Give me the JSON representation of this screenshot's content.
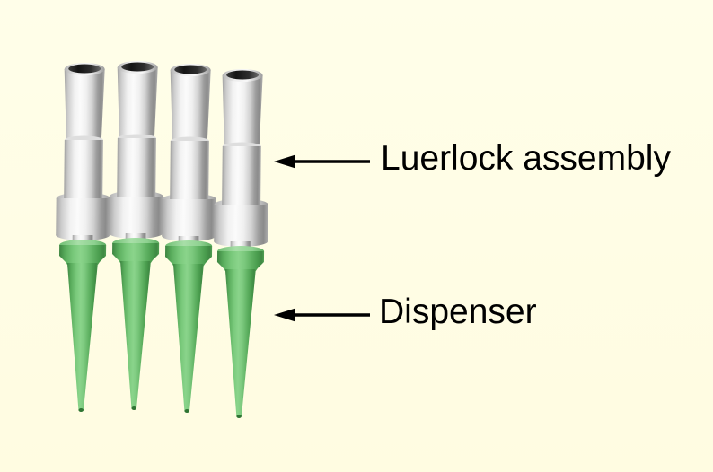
{
  "figure": {
    "description": "3D render of four luerlock dispenser assemblies",
    "background_color": "#FFFDE7",
    "assembly_count": 4,
    "palette": {
      "luerlock_white": "#F2F2F2",
      "dispenser_green": "#6BC26E",
      "annotation_black": "#000000"
    }
  },
  "annotations": [
    {
      "label": "Luerlock assembly",
      "arrow": "left"
    },
    {
      "label": "Dispenser",
      "arrow": "left"
    }
  ]
}
